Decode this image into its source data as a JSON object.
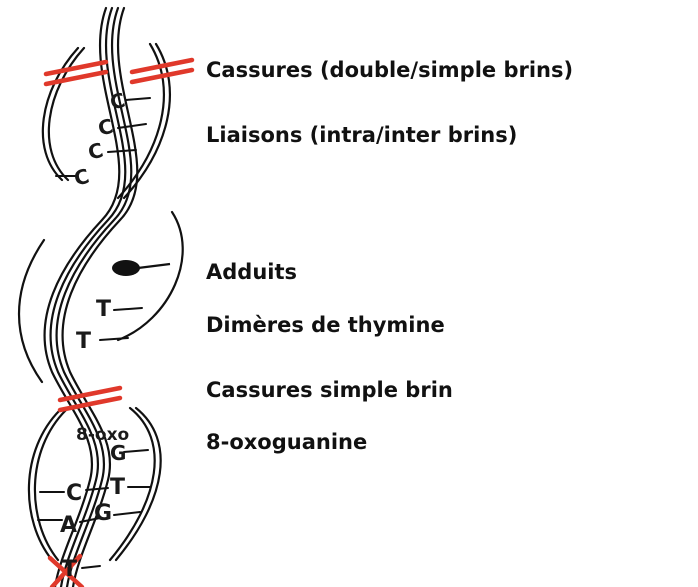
{
  "labels": {
    "breaks": "Cassures (double/simple brins)",
    "crosslinks": "Liaisons (intra/inter brins)",
    "adducts": "Adduits",
    "thymine_dimers": "Dimères de thymine",
    "single_strand_breaks": "Cassures simple brin",
    "oxoguanine": "8-oxoguanine"
  },
  "dna_letters": {
    "crosslink_c1": "C",
    "crosslink_c2": "C",
    "crosslink_c3": "C",
    "crosslink_c4": "C",
    "dimer_t1": "T",
    "dimer_t2": "T",
    "oxo_tag": "8-oxo",
    "oxo_g": "G",
    "bottom_c": "C",
    "bottom_t": "T",
    "bottom_g": "G",
    "bottom_a": "A",
    "crossed_t": "T"
  },
  "colors": {
    "strand": "#111111",
    "break_mark": "#e0392b",
    "text": "#111111"
  }
}
